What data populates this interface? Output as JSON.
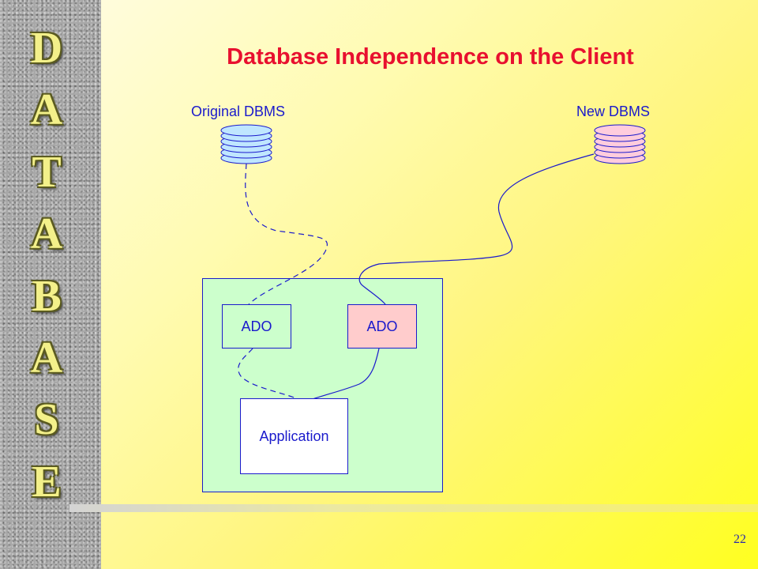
{
  "sidebar": {
    "letters": [
      "D",
      "A",
      "T",
      "A",
      "B",
      "A",
      "S",
      "E"
    ]
  },
  "slide": {
    "title": "Database Independence on the Client",
    "page_number": "22"
  },
  "diagram": {
    "original_dbms_label": "Original DBMS",
    "new_dbms_label": "New DBMS",
    "ado_original_label": "ADO",
    "ado_new_label": "ADO",
    "application_label": "Application"
  },
  "colors": {
    "title": "#e8102f",
    "text": "#1a1acc",
    "client_box": "#ccffcc",
    "original_db": "#bfe6ff",
    "new_db": "#ffccdd",
    "ado_new": "#ffcccc"
  }
}
